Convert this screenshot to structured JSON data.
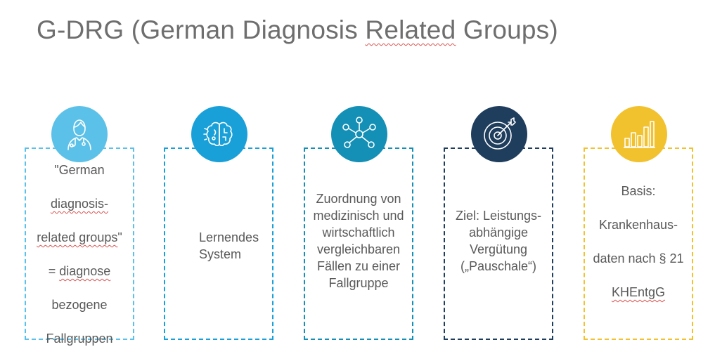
{
  "title": {
    "prefix": "G-DRG (German Diagnosis ",
    "flagged": "Related",
    "suffix": " Groups)"
  },
  "colors": {
    "light_blue": "#5cc1e8",
    "blue": "#1aa0d8",
    "teal": "#148fb5",
    "navy": "#1f3d5c",
    "yellow": "#f2c12e"
  },
  "cards": [
    {
      "icon": "doctor-icon",
      "text": "\"German diagnosis-related groups\" = diagnose bezogene Fallgruppen"
    },
    {
      "icon": "brain-icon",
      "text": "Lernendes System"
    },
    {
      "icon": "network-icon",
      "text": "Zuordnung von medizinisch und wirtschaftlich vergleichbaren Fällen zu einer Fallgruppe"
    },
    {
      "icon": "target-icon",
      "text": "Ziel: Leistungs-abhängige Vergütung („Pauschale“)"
    },
    {
      "icon": "bar-chart-icon",
      "text": "Basis: Krankenhaus-daten nach § 21 KHEntgG"
    }
  ]
}
